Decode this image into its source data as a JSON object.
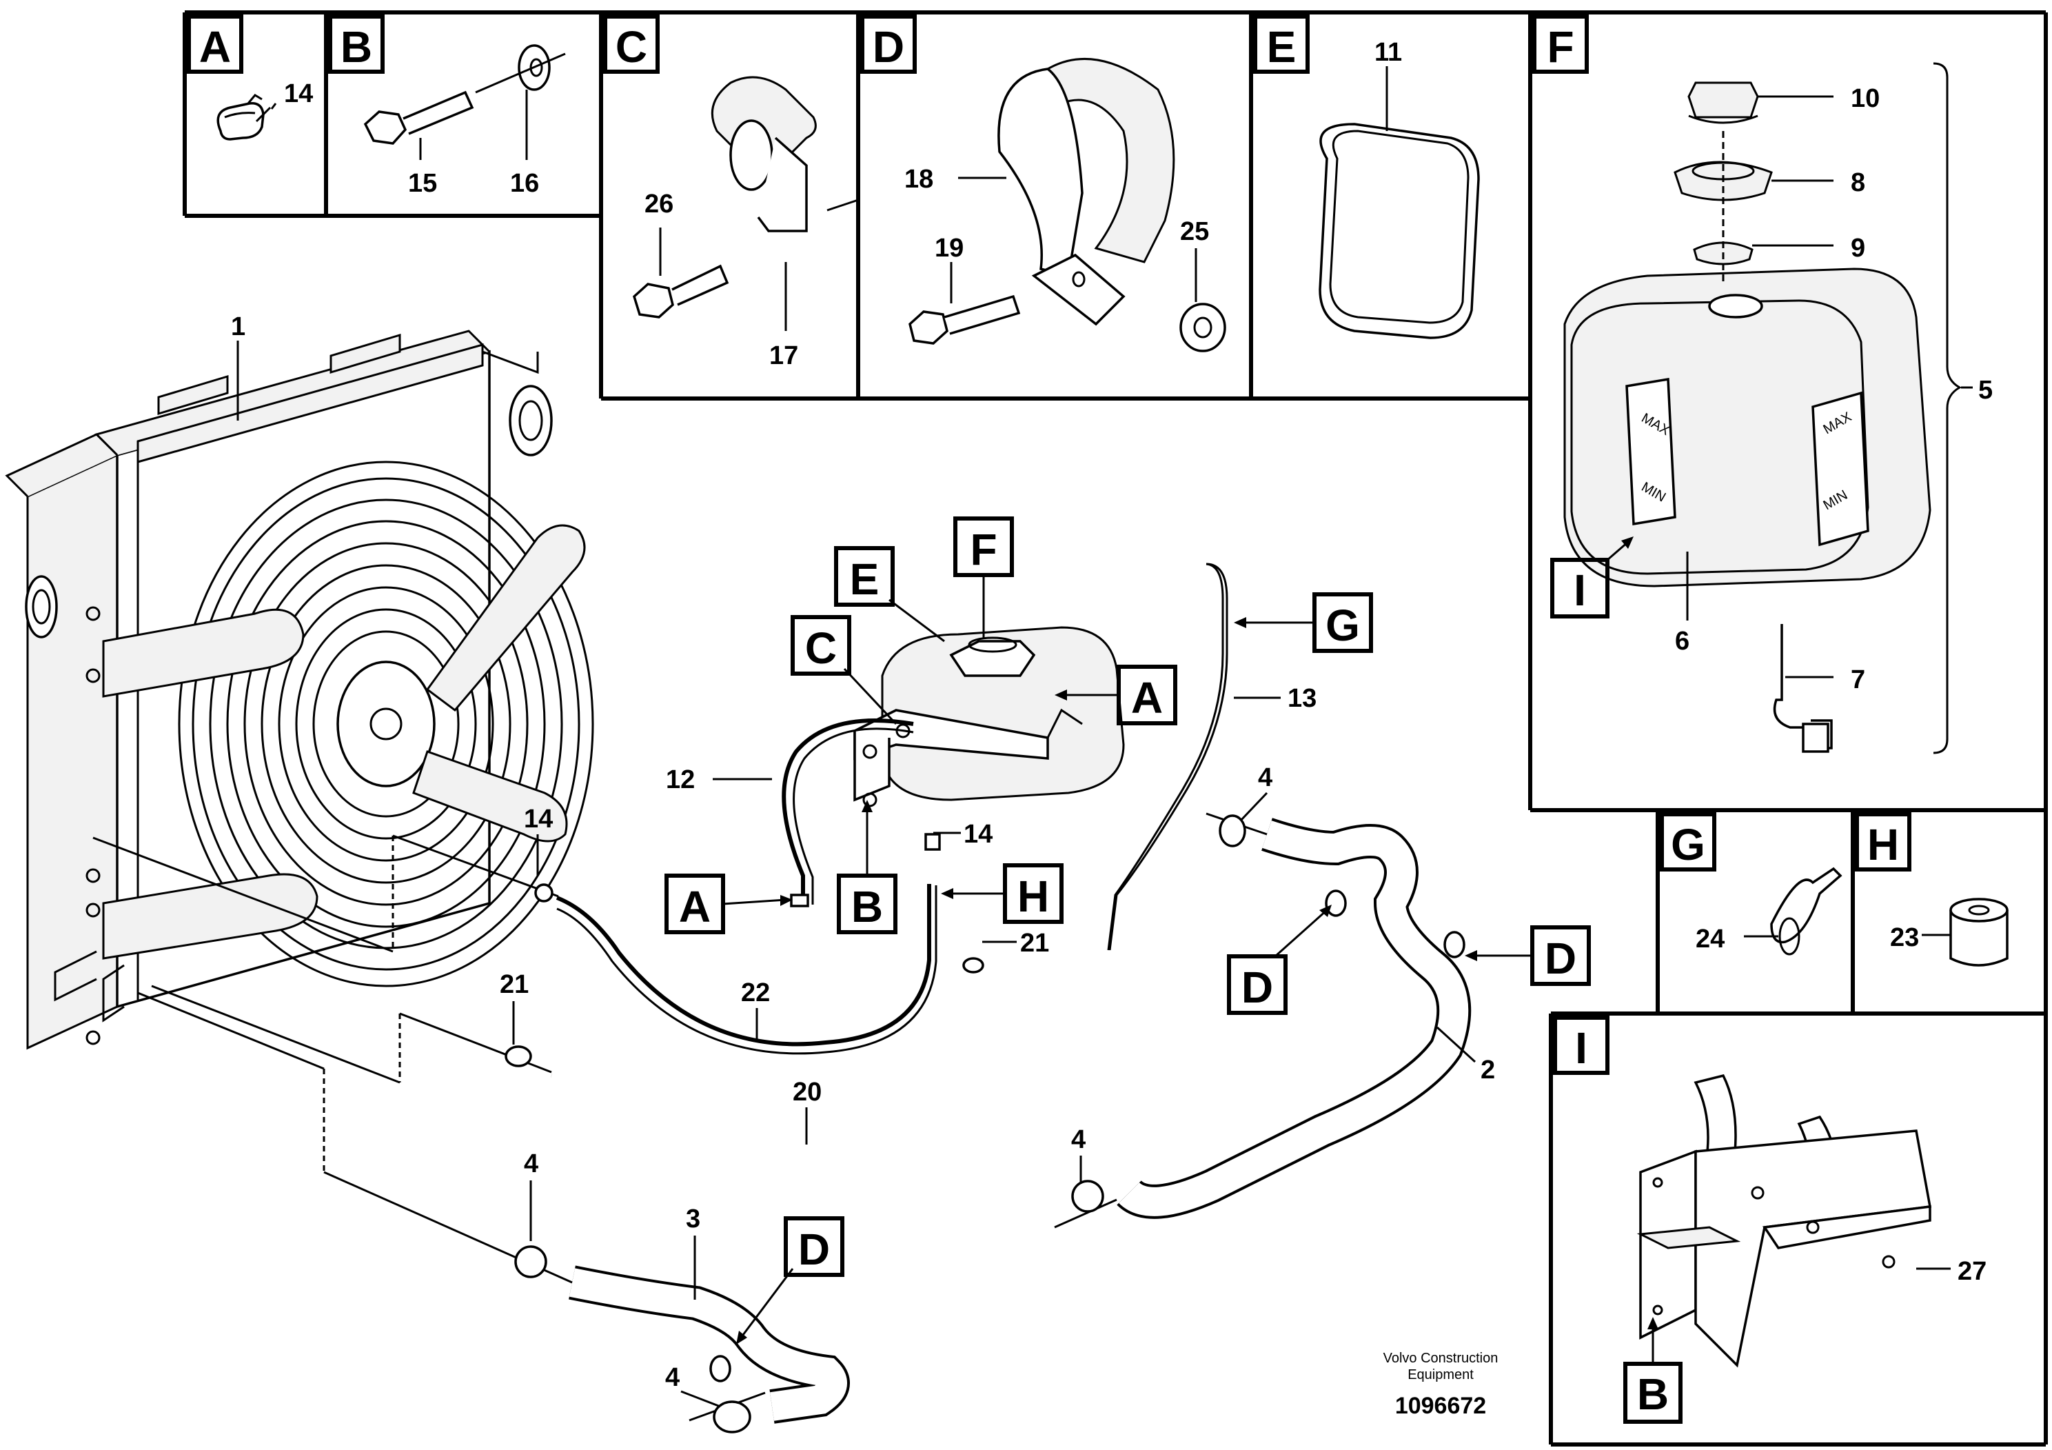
{
  "detail_boxes": [
    {
      "letter": "A",
      "part_numbers": [
        "14"
      ]
    },
    {
      "letter": "B",
      "part_numbers": [
        "15",
        "16"
      ]
    },
    {
      "letter": "C",
      "part_numbers": [
        "26",
        "17"
      ]
    },
    {
      "letter": "D",
      "part_numbers": [
        "18",
        "19",
        "25"
      ]
    },
    {
      "letter": "E",
      "part_numbers": [
        "11"
      ]
    },
    {
      "letter": "F",
      "part_numbers": [
        "10",
        "8",
        "9",
        "5",
        "6",
        "7"
      ],
      "sub_callout": "I"
    },
    {
      "letter": "G",
      "part_numbers": [
        "24"
      ]
    },
    {
      "letter": "H",
      "part_numbers": [
        "23"
      ]
    },
    {
      "letter": "I",
      "part_numbers": [
        "27"
      ],
      "sub_callout": "B"
    }
  ],
  "main_callouts": [
    "A",
    "B",
    "C",
    "D",
    "E",
    "F",
    "G",
    "H"
  ],
  "main_part_numbers": [
    "1",
    "2",
    "3",
    "4",
    "12",
    "13",
    "14",
    "20",
    "21",
    "22"
  ],
  "footer": {
    "manufacturer": "Volvo Construction",
    "manufacturer_line2": "Equipment",
    "figure_id": "1096672"
  }
}
